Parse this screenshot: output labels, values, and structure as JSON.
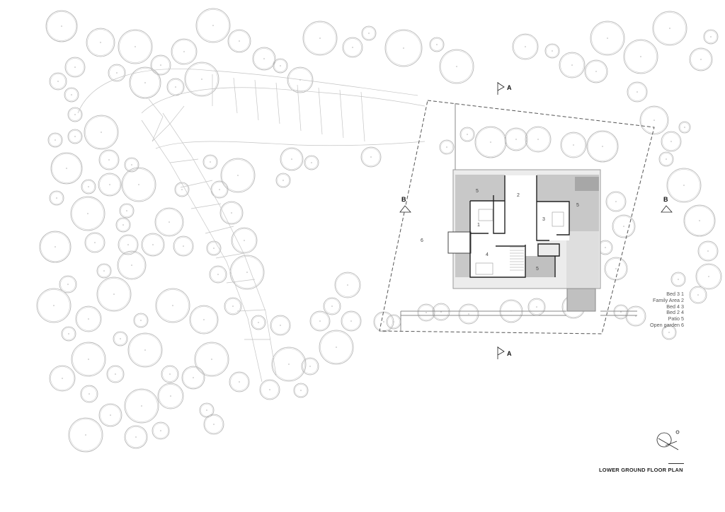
{
  "drawing": {
    "title": "LOWER GROUND FLOOR PLAN",
    "legend": [
      {
        "name": "Bed 3",
        "num": "1"
      },
      {
        "name": "Family Area",
        "num": "2"
      },
      {
        "name": "Bed 4",
        "num": "3"
      },
      {
        "name": "Bed 2",
        "num": "4"
      },
      {
        "name": "Patio",
        "num": "5"
      },
      {
        "name": "Open garden",
        "num": "6"
      }
    ],
    "room_labels": {
      "bed3": "1",
      "family": "2",
      "bed4": "3",
      "bed2": "4",
      "patio_nw": "5",
      "patio_e": "5",
      "patio_s": "5",
      "garden": "6"
    },
    "sections": {
      "a": "A",
      "b": "B"
    },
    "colors": {
      "patio": "#c8c8c8",
      "terrace": "#e2e2e2",
      "tree": "#b0b0b0"
    }
  }
}
